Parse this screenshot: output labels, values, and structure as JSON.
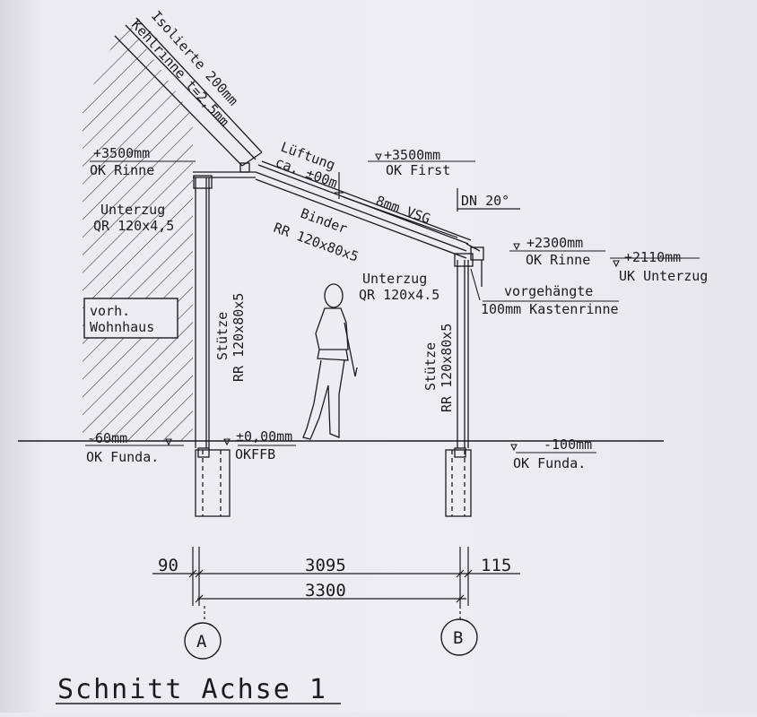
{
  "labels": {
    "isolierte": "Isolierte 200mm",
    "kehlrinne": "Kehlrinne t=2,5mm",
    "level_left_top": "+3500mm",
    "ok_rinne_left": "OK Rinne",
    "unterzug_left": "Unterzug",
    "qr_left": "QR 120x4,5",
    "lueftung": "Lüftung",
    "lueftung_size": "ca. ±00m",
    "level_first": "+3500mm",
    "ok_first": "OK First",
    "dn": "DN 20°",
    "vsg": "8mm VSG",
    "binder": "Binder",
    "binder_size": "RR 120x80x5",
    "level_rinne_right": "+2300mm",
    "ok_rinne_right": "OK Rinne",
    "level_uk": "+2110mm",
    "uk_unterzug": "UK Unterzug",
    "unterzug_right": "Unterzug",
    "qr_right": "QR 120x4.5",
    "vorgehaengte": "vorgehängte",
    "kastenrinne": "100mm Kastenrinne",
    "wohnhaus_1": "vorh.",
    "wohnhaus_2": "Wohnhaus",
    "stuetze_left": "Stütze",
    "stuetze_left_size": "RR 120x80x5",
    "stuetze_right": "Stütze",
    "stuetze_right_size": "RR 120x80x5",
    "level_fund_left": "-60mm",
    "ok_fund_left": "OK Funda.",
    "level_zero": "±0,00mm",
    "okffb": "OKFFB",
    "level_fund_right": "-100mm",
    "ok_fund_right": "OK Funda."
  },
  "dimensions": {
    "left": "90",
    "middle": "3095",
    "right": "115",
    "total": "3300"
  },
  "axes": {
    "a": "A",
    "b": "B"
  },
  "title": "Schnitt Achse 1",
  "colors": {
    "ink": "#1b1b1f",
    "paper": "#ececf2"
  }
}
